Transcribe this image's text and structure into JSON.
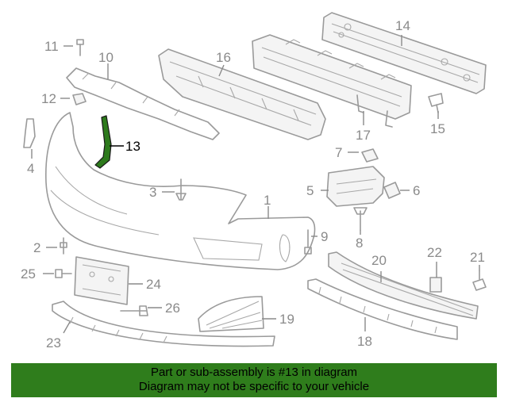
{
  "diagram": {
    "highlight_color": "#2d7a1c",
    "highlighted_part": "13",
    "callouts": [
      "1",
      "2",
      "3",
      "4",
      "5",
      "6",
      "7",
      "8",
      "9",
      "10",
      "11",
      "12",
      "13",
      "14",
      "15",
      "16",
      "17",
      "18",
      "19",
      "20",
      "21",
      "22",
      "23",
      "24",
      "25",
      "26"
    ]
  },
  "banner": {
    "line1": "Part or sub-assembly is #13 in diagram",
    "line2": "Diagram may not be specific to your vehicle",
    "background": "#2f7d1c"
  }
}
